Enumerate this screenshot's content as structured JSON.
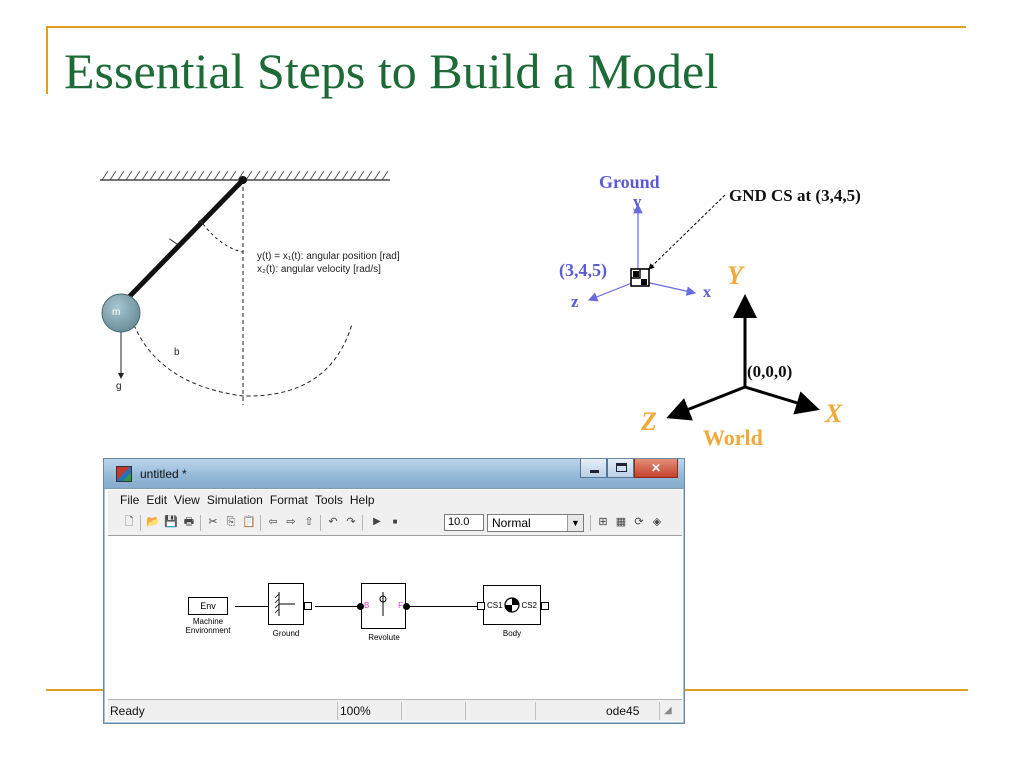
{
  "slide": {
    "title": "Essential Steps to Build a Model",
    "colors": {
      "title": "#1c6a36",
      "accent_rule": "#e3a020"
    }
  },
  "pendulum": {
    "mass_label": "m",
    "damping_label": "b",
    "gravity_label": "g",
    "equation_line1": "y(t) = x₁(t): angular position [rad]",
    "equation_line2": "x₂(t): angular velocity [rad/s]"
  },
  "frames": {
    "ground_title": "Ground",
    "gnd_axis_y": "y",
    "gnd_axis_x": "x",
    "gnd_axis_z": "z",
    "gnd_origin": "(3,4,5)",
    "gnd_annotation": "GND CS at (3,4,5)",
    "world_axis_y": "Y",
    "world_axis_x": "X",
    "world_axis_z": "Z",
    "world_origin": "(0,0,0)",
    "world_title": "World",
    "colors": {
      "ground": "#5a5ad6",
      "world": "#f2a93b"
    }
  },
  "window": {
    "title": "untitled *",
    "menu": [
      "File",
      "Edit",
      "View",
      "Simulation",
      "Format",
      "Tools",
      "Help"
    ],
    "toolbar": {
      "stop_time": "10.0",
      "sim_mode": "Normal"
    },
    "blocks": {
      "env_text": "Env",
      "env_caption": "Machine\nEnvironment",
      "ground_caption": "Ground",
      "revolute_port_b": "B",
      "revolute_port_f": "F",
      "revolute_caption": "Revolute",
      "body_port_cs1": "CS1",
      "body_port_cs2": "CS2",
      "body_caption": "Body"
    },
    "status": {
      "state": "Ready",
      "zoom": "100%",
      "solver": "ode45"
    }
  }
}
